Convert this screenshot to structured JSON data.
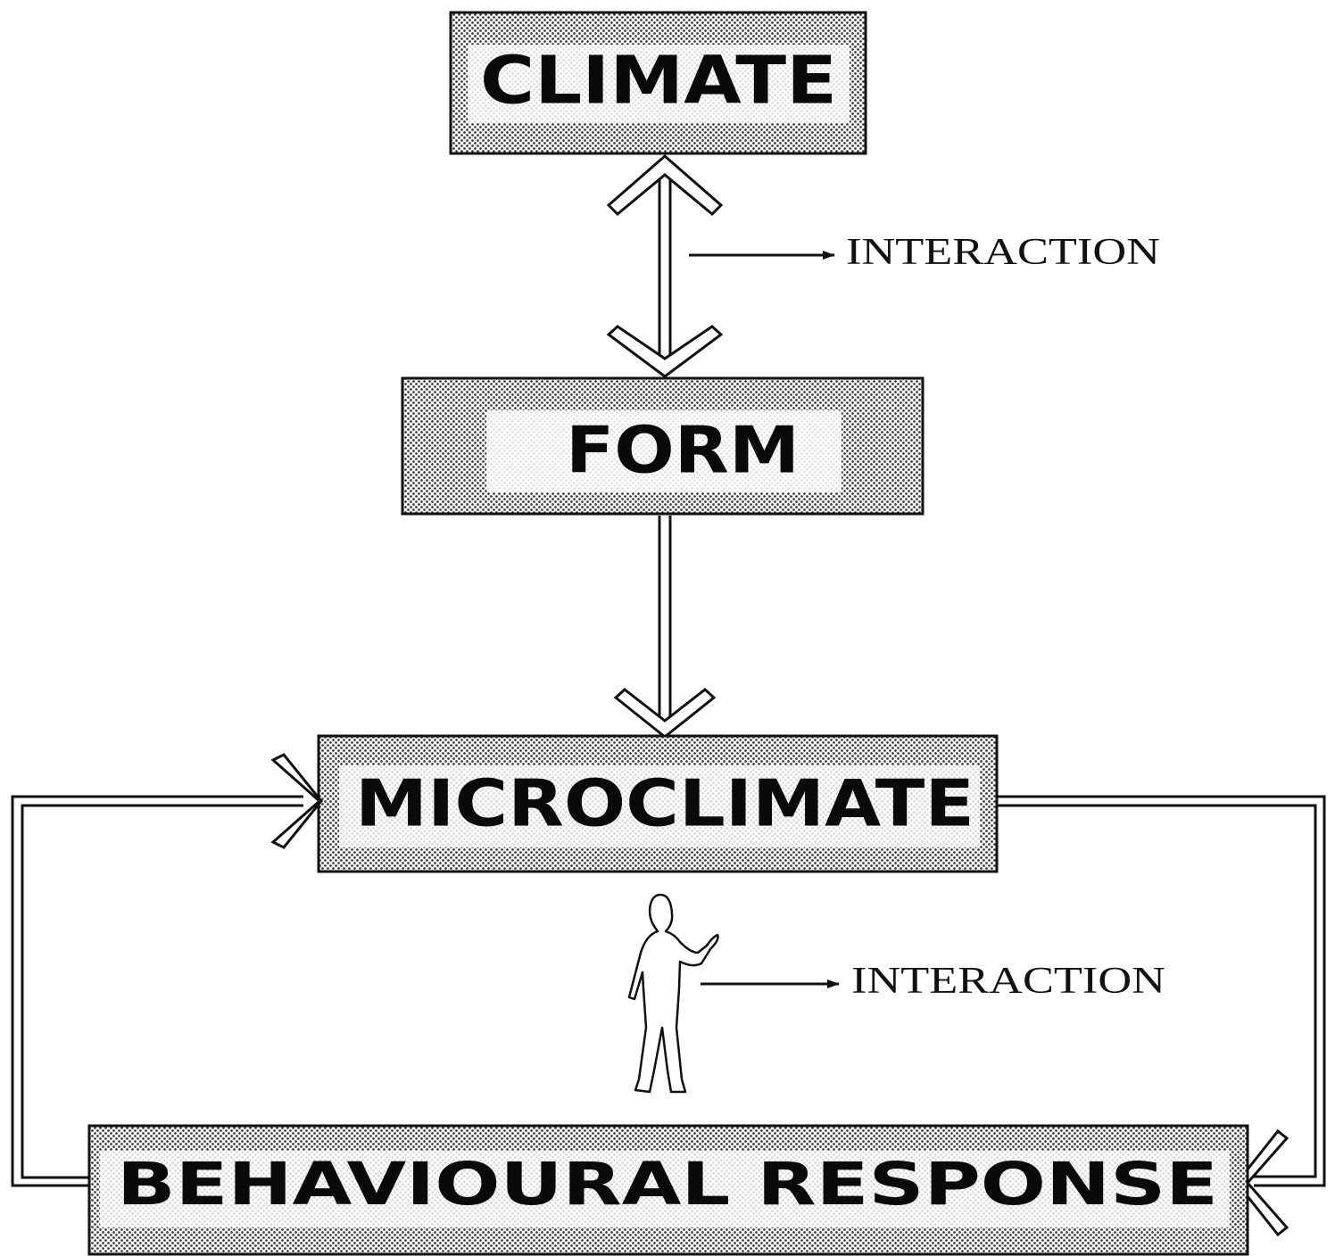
{
  "diagram": {
    "nodes": {
      "climate": "CLIMATE",
      "form": "FORM",
      "microclimate": "MICROCLIMATE",
      "behavioural_response": "BEHAVIOURAL RESPONSE"
    },
    "interactions": {
      "upper": "INTERACTION",
      "lower": "INTERACTION"
    },
    "colors": {
      "ink": "#111111",
      "paper": "#ffffff",
      "screen": "#8c8c8c"
    },
    "icons": [
      "human-figure-icon",
      "arrow-right-icon",
      "double-arrow-icon"
    ]
  }
}
